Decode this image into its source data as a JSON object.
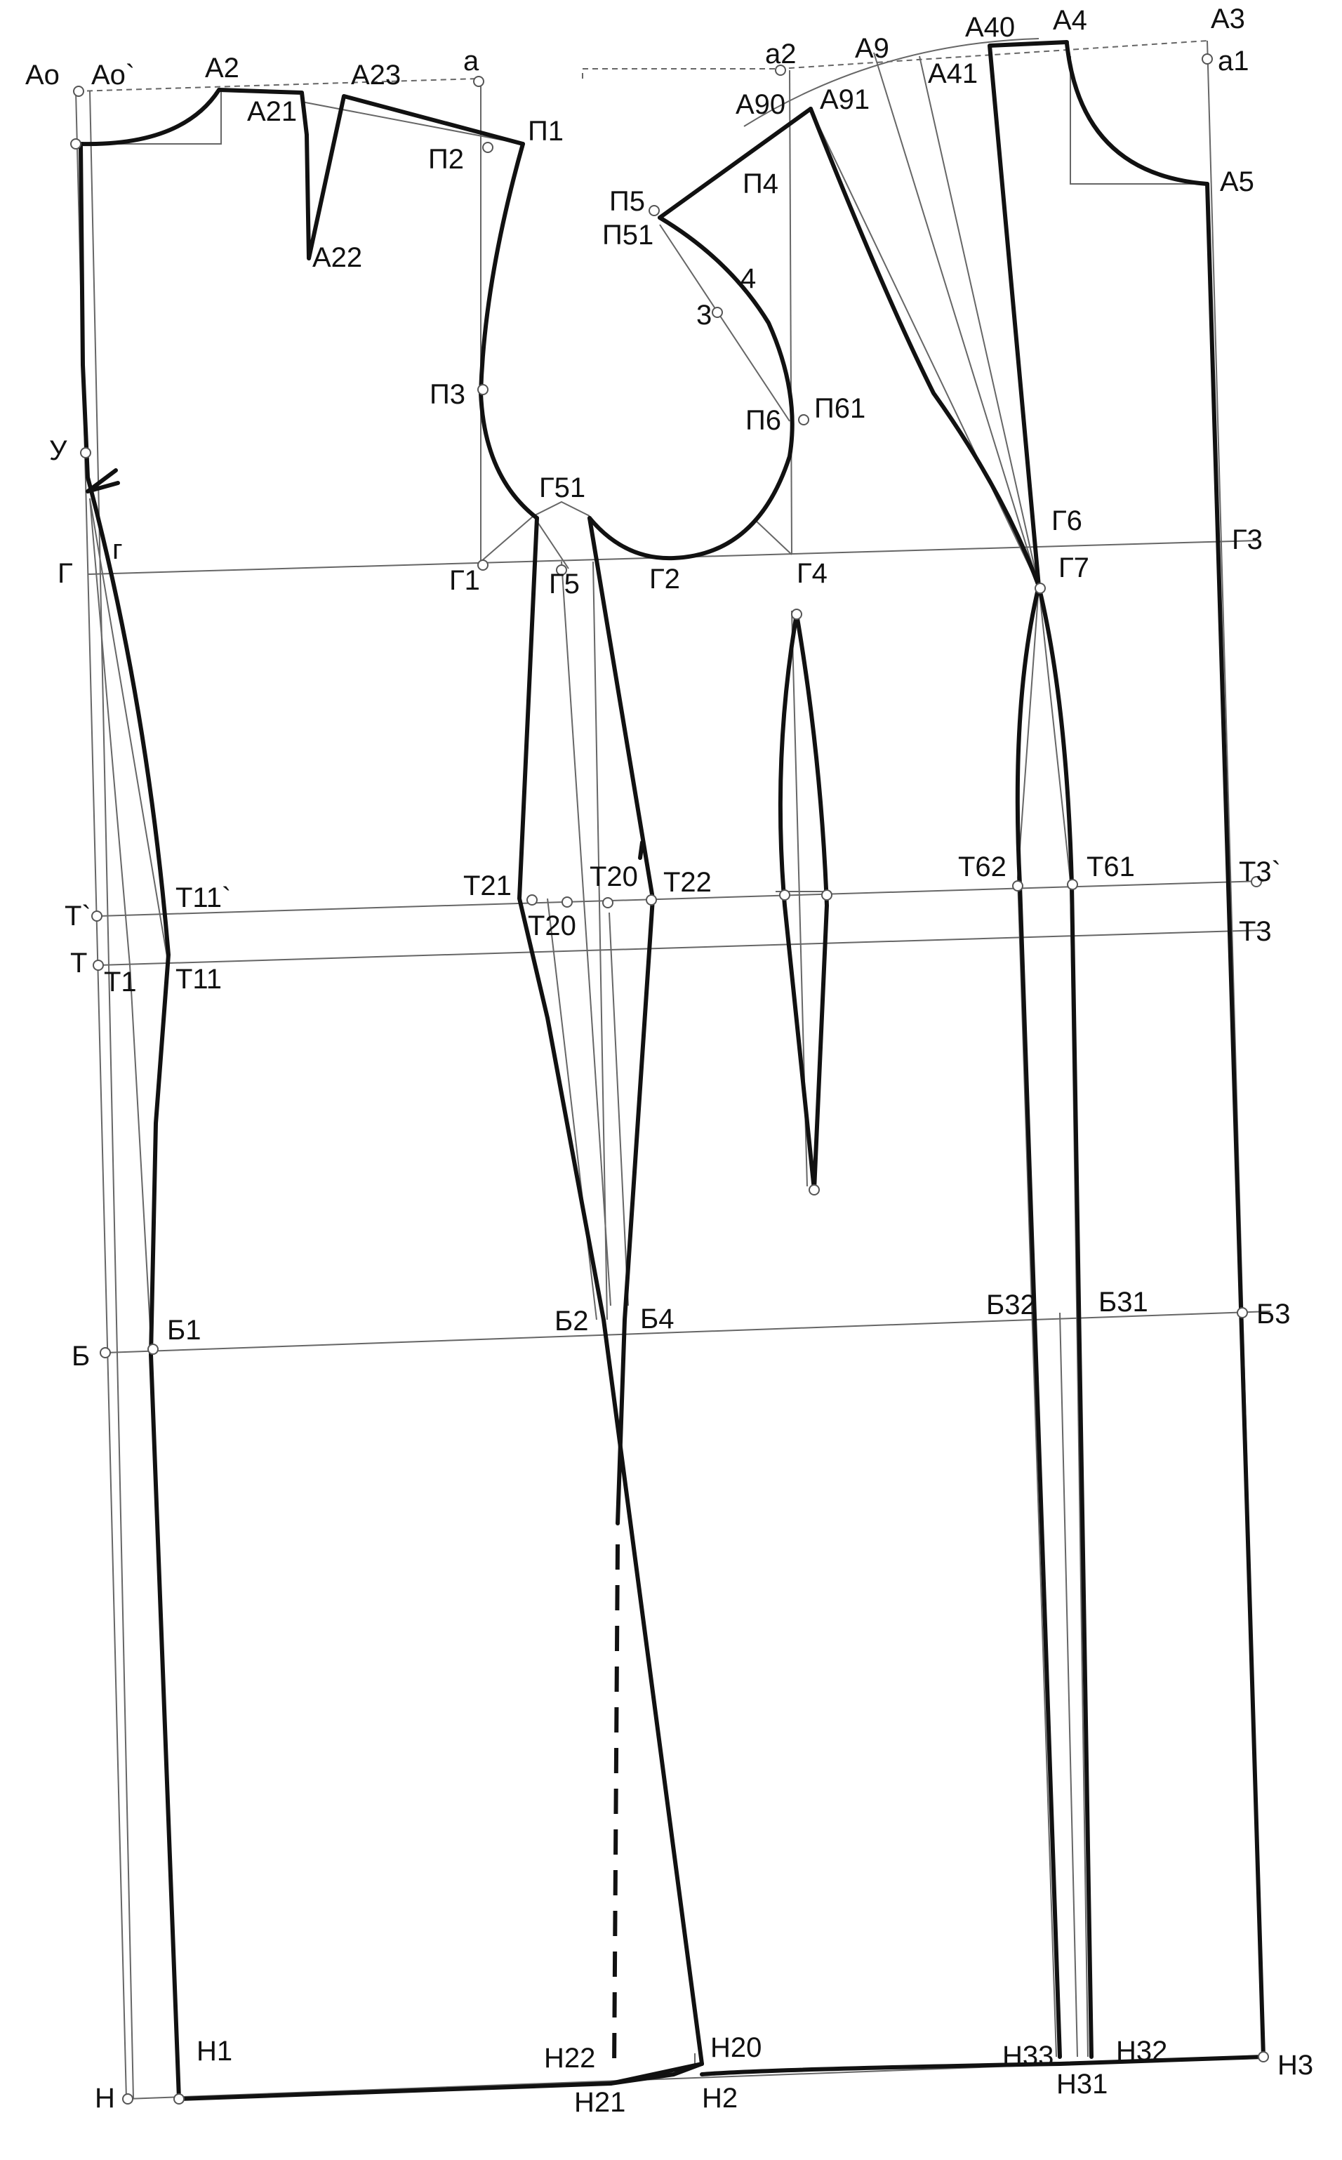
{
  "diagram": {
    "labels": {
      "Ao": "Ao",
      "Ao2": "Ao`",
      "A2": "A2",
      "A21": "A21",
      "A23": "A23",
      "A22": "A22",
      "a": "a",
      "P1": "П1",
      "P2": "П2",
      "P3": "П3",
      "a2": "a2",
      "A9": "A9",
      "A40": "A40",
      "A4": "A4",
      "A3": "A3",
      "A41": "A41",
      "a1": "a1",
      "A90": "A90",
      "A91": "A91",
      "P4": "П4",
      "P5": "П5",
      "P51": "П51",
      "A5": "A5",
      "n4": "4",
      "n3": "3",
      "P6": "П6",
      "P61": "П61",
      "U": "У",
      "G51": "Г51",
      "G6": "Г6",
      "G3": "Г3",
      "G": "Г",
      "g": "г",
      "G1": "Г1",
      "G5": "Г5",
      "G2": "Г2",
      "G4": "Г4",
      "G7": "Г7",
      "T21": "Т21",
      "T20a": "Т20",
      "T22": "Т22",
      "T62": "Т62",
      "T61": "Т61",
      "T3p": "Т3`",
      "Tp": "Т`",
      "T11p": "Т11`",
      "T20b": "Т20",
      "T3": "Т3",
      "T": "Т",
      "T1": "Т1",
      "T11": "Т11",
      "B1": "Б1",
      "B2": "Б2",
      "B4": "Б4",
      "B32": "Б32",
      "B31": "Б31",
      "B3": "Б3",
      "B": "Б",
      "H1": "Н1",
      "H22": "Н22",
      "H20": "Н20",
      "H33": "Н33",
      "H32": "Н32",
      "H3": "Н3",
      "H": "Н",
      "H21": "Н21",
      "H2": "Н2",
      "H31": "Н31"
    }
  }
}
